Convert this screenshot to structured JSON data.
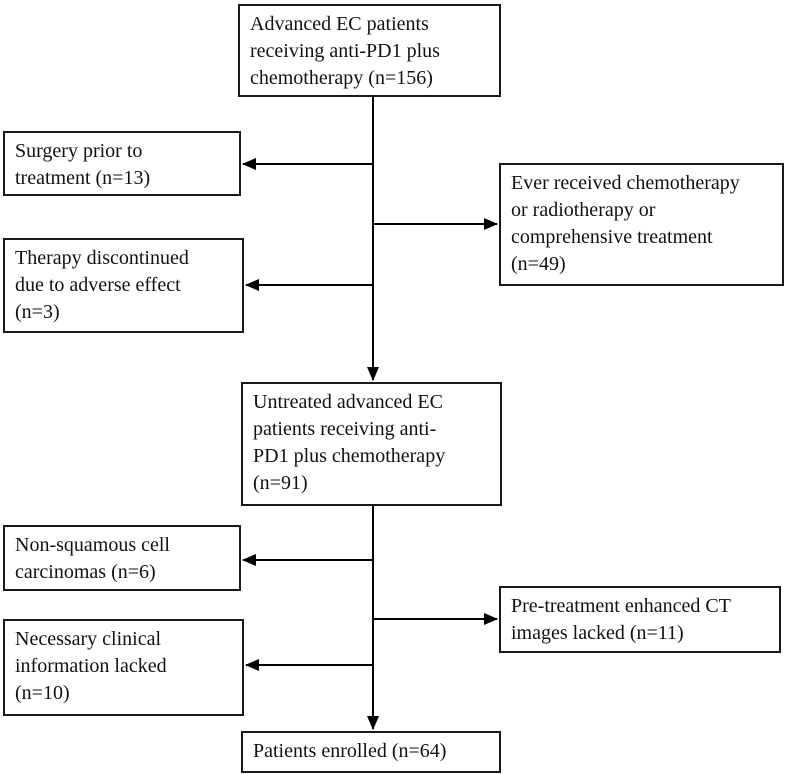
{
  "diagram": {
    "type": "flowchart",
    "description": "Patient enrollment flow diagram",
    "nodes": {
      "initial_cohort": {
        "label": "Advanced EC patients\nreceiving anti-PD1 plus\nchemotherapy (n=156)",
        "n": 156
      },
      "excluded_surgery": {
        "label": "Surgery prior to\ntreatment (n=13)",
        "n": 13
      },
      "excluded_prior_treatment": {
        "label": "Ever received chemotherapy\nor radiotherapy or\ncomprehensive treatment\n(n=49)",
        "n": 49
      },
      "excluded_adverse_effect": {
        "label": "Therapy discontinued\ndue to adverse effect\n(n=3)",
        "n": 3
      },
      "untreated_cohort": {
        "label": "Untreated advanced EC\npatients receiving anti-\nPD1 plus chemotherapy\n(n=91)",
        "n": 91
      },
      "excluded_non_squamous": {
        "label": "Non-squamous cell\ncarcinomas (n=6)",
        "n": 6
      },
      "excluded_ct_images": {
        "label": "Pre-treatment enhanced CT\nimages lacked (n=11)",
        "n": 11
      },
      "excluded_clinical_info": {
        "label": "Necessary clinical\ninformation lacked\n(n=10)",
        "n": 10
      },
      "enrolled": {
        "label": "Patients enrolled (n=64)",
        "n": 64
      }
    },
    "edges": [
      {
        "from": "initial_cohort",
        "to": "excluded_surgery"
      },
      {
        "from": "initial_cohort",
        "to": "excluded_prior_treatment"
      },
      {
        "from": "initial_cohort",
        "to": "excluded_adverse_effect"
      },
      {
        "from": "initial_cohort",
        "to": "untreated_cohort"
      },
      {
        "from": "untreated_cohort",
        "to": "excluded_non_squamous"
      },
      {
        "from": "untreated_cohort",
        "to": "excluded_ct_images"
      },
      {
        "from": "untreated_cohort",
        "to": "excluded_clinical_info"
      },
      {
        "from": "untreated_cohort",
        "to": "enrolled"
      }
    ],
    "colors": {
      "box_border": "#1a1a1a",
      "box_fill": "#ffffff",
      "arrow": "#000000",
      "text": "#111111",
      "background": "#ffffff"
    }
  }
}
